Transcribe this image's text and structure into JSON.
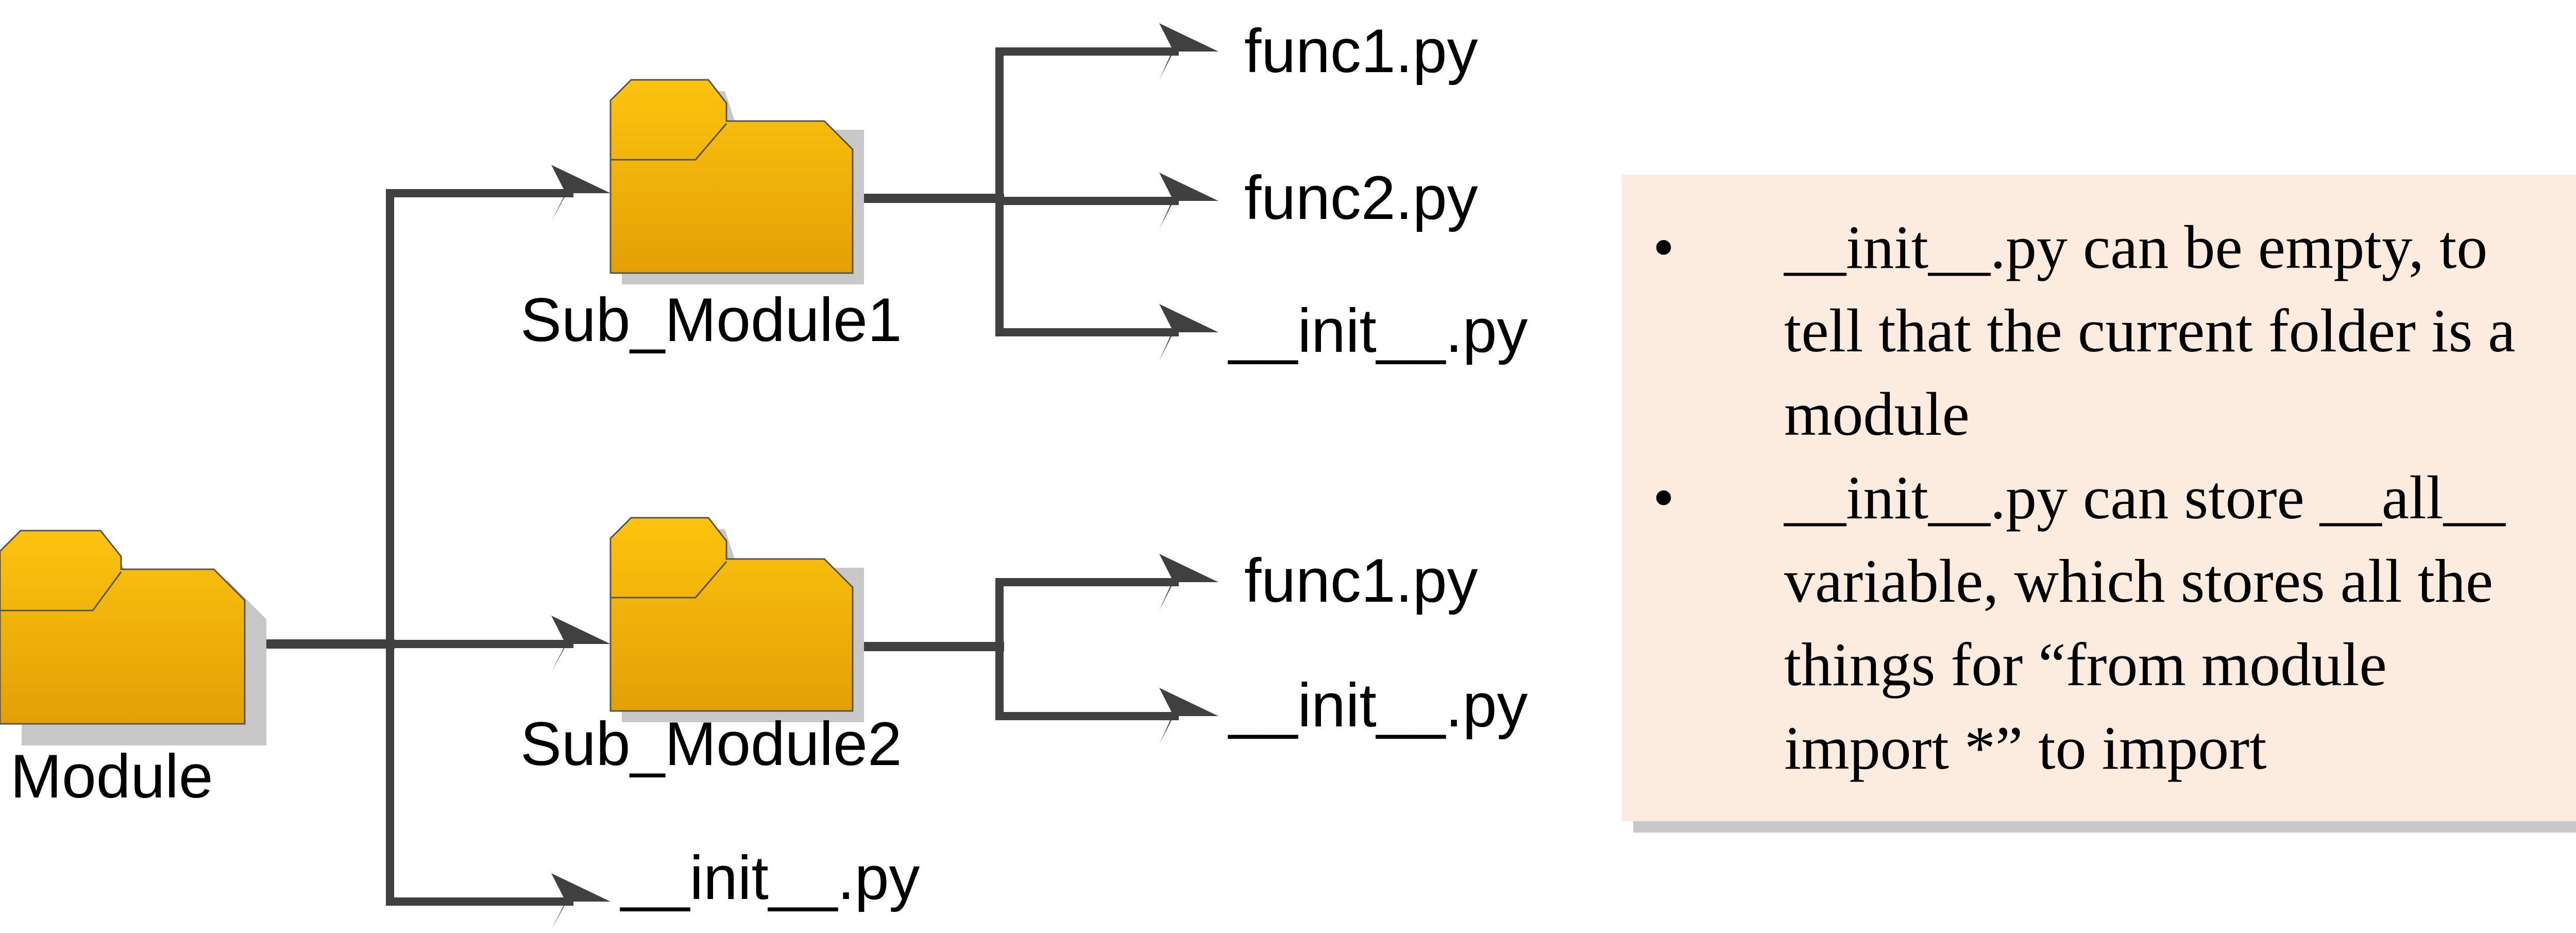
{
  "colors": {
    "folder_fill_top": "#fcc30e",
    "folder_fill_bottom": "#e3a006",
    "folder_outline": "#555555",
    "arrow": "#404040",
    "note_background": "#fcebdf",
    "note_shadow": "#c8c8c8"
  },
  "folders": {
    "root": {
      "label": "Module",
      "icon": "folder-icon"
    },
    "sub1": {
      "label": "Sub_Module1",
      "icon": "folder-icon"
    },
    "sub2": {
      "label": "Sub_Module2",
      "icon": "folder-icon"
    }
  },
  "files": {
    "root_init": "__init__.py",
    "sub1_func1": "func1.py",
    "sub1_func2": "func2.py",
    "sub1_init": "__init__.py",
    "sub2_func1": "func1.py",
    "sub2_init": "__init__.py"
  },
  "notes": {
    "bullet": "•",
    "items": [
      "__init__.py can be empty, to tell that the current folder is a module",
      "__init__.py can store __all__ variable, which stores all the things for “from module import *” to import"
    ]
  }
}
